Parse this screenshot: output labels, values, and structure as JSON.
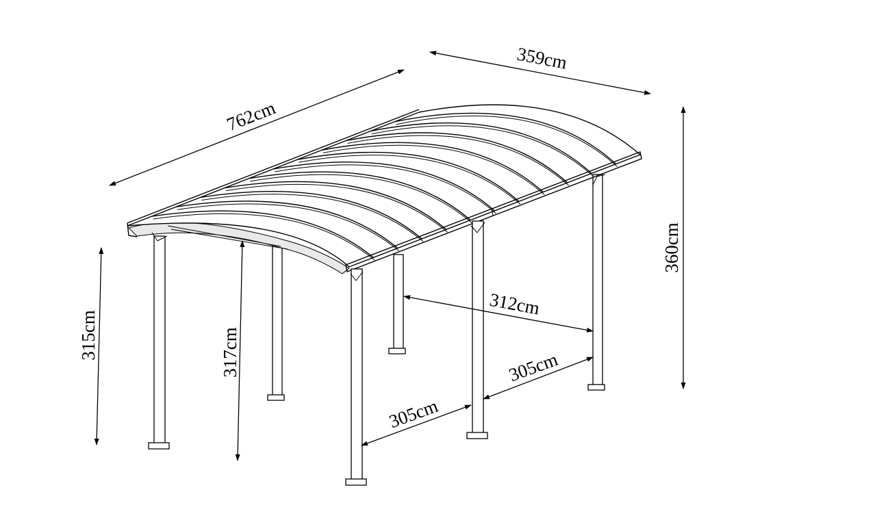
{
  "dimensions": {
    "length": "762cm",
    "width": "359cm",
    "height_total": "360cm",
    "height_front_left": "315cm",
    "height_front_mid": "317cm",
    "inner_width": "312cm",
    "post_spacing_front": "305cm",
    "post_spacing_rear": "305cm"
  },
  "colors": {
    "line": "#000000",
    "background": "#ffffff"
  }
}
